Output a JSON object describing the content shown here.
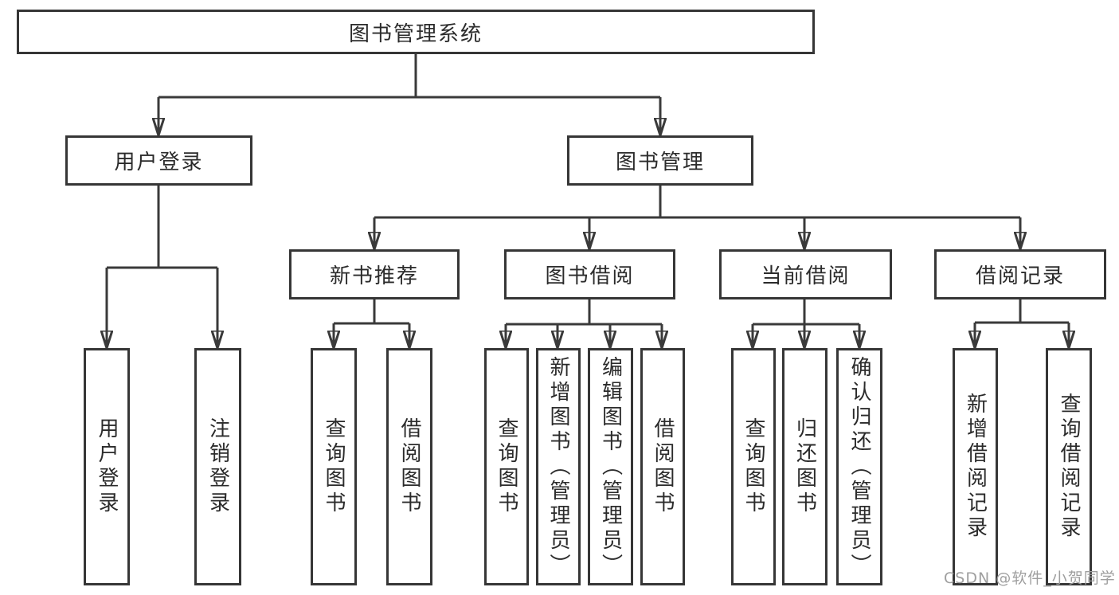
{
  "diagram": {
    "root": {
      "label": "图书管理系统"
    },
    "level2": [
      {
        "label": "用户登录"
      },
      {
        "label": "图书管理"
      }
    ],
    "user_login_children": [
      {
        "label": "用户登录"
      },
      {
        "label": "注销登录"
      }
    ],
    "level3": [
      {
        "label": "新书推荐"
      },
      {
        "label": "图书借阅"
      },
      {
        "label": "当前借阅"
      },
      {
        "label": "借阅记录"
      }
    ],
    "new_book_children": [
      {
        "label": "查询图书"
      },
      {
        "label": "借阅图书"
      }
    ],
    "book_borrow_children": [
      {
        "label": "查询图书"
      },
      {
        "label": "新增图书（管理员）"
      },
      {
        "label": "编辑图书（管理员）"
      },
      {
        "label": "借阅图书"
      }
    ],
    "current_borrow_children": [
      {
        "label": "查询图书"
      },
      {
        "label": "归还图书"
      },
      {
        "label": "确认归还（管理员）"
      }
    ],
    "borrow_record_children": [
      {
        "label": "新增借阅记录"
      },
      {
        "label": "查询借阅记录"
      }
    ]
  },
  "watermark": "CSDN @软件_小贺同学",
  "colors": {
    "line": "#3a3a3a",
    "box_border": "#363636",
    "text": "#2b2b2b",
    "background": "#ffffff",
    "watermark": "#9f9f9f"
  }
}
